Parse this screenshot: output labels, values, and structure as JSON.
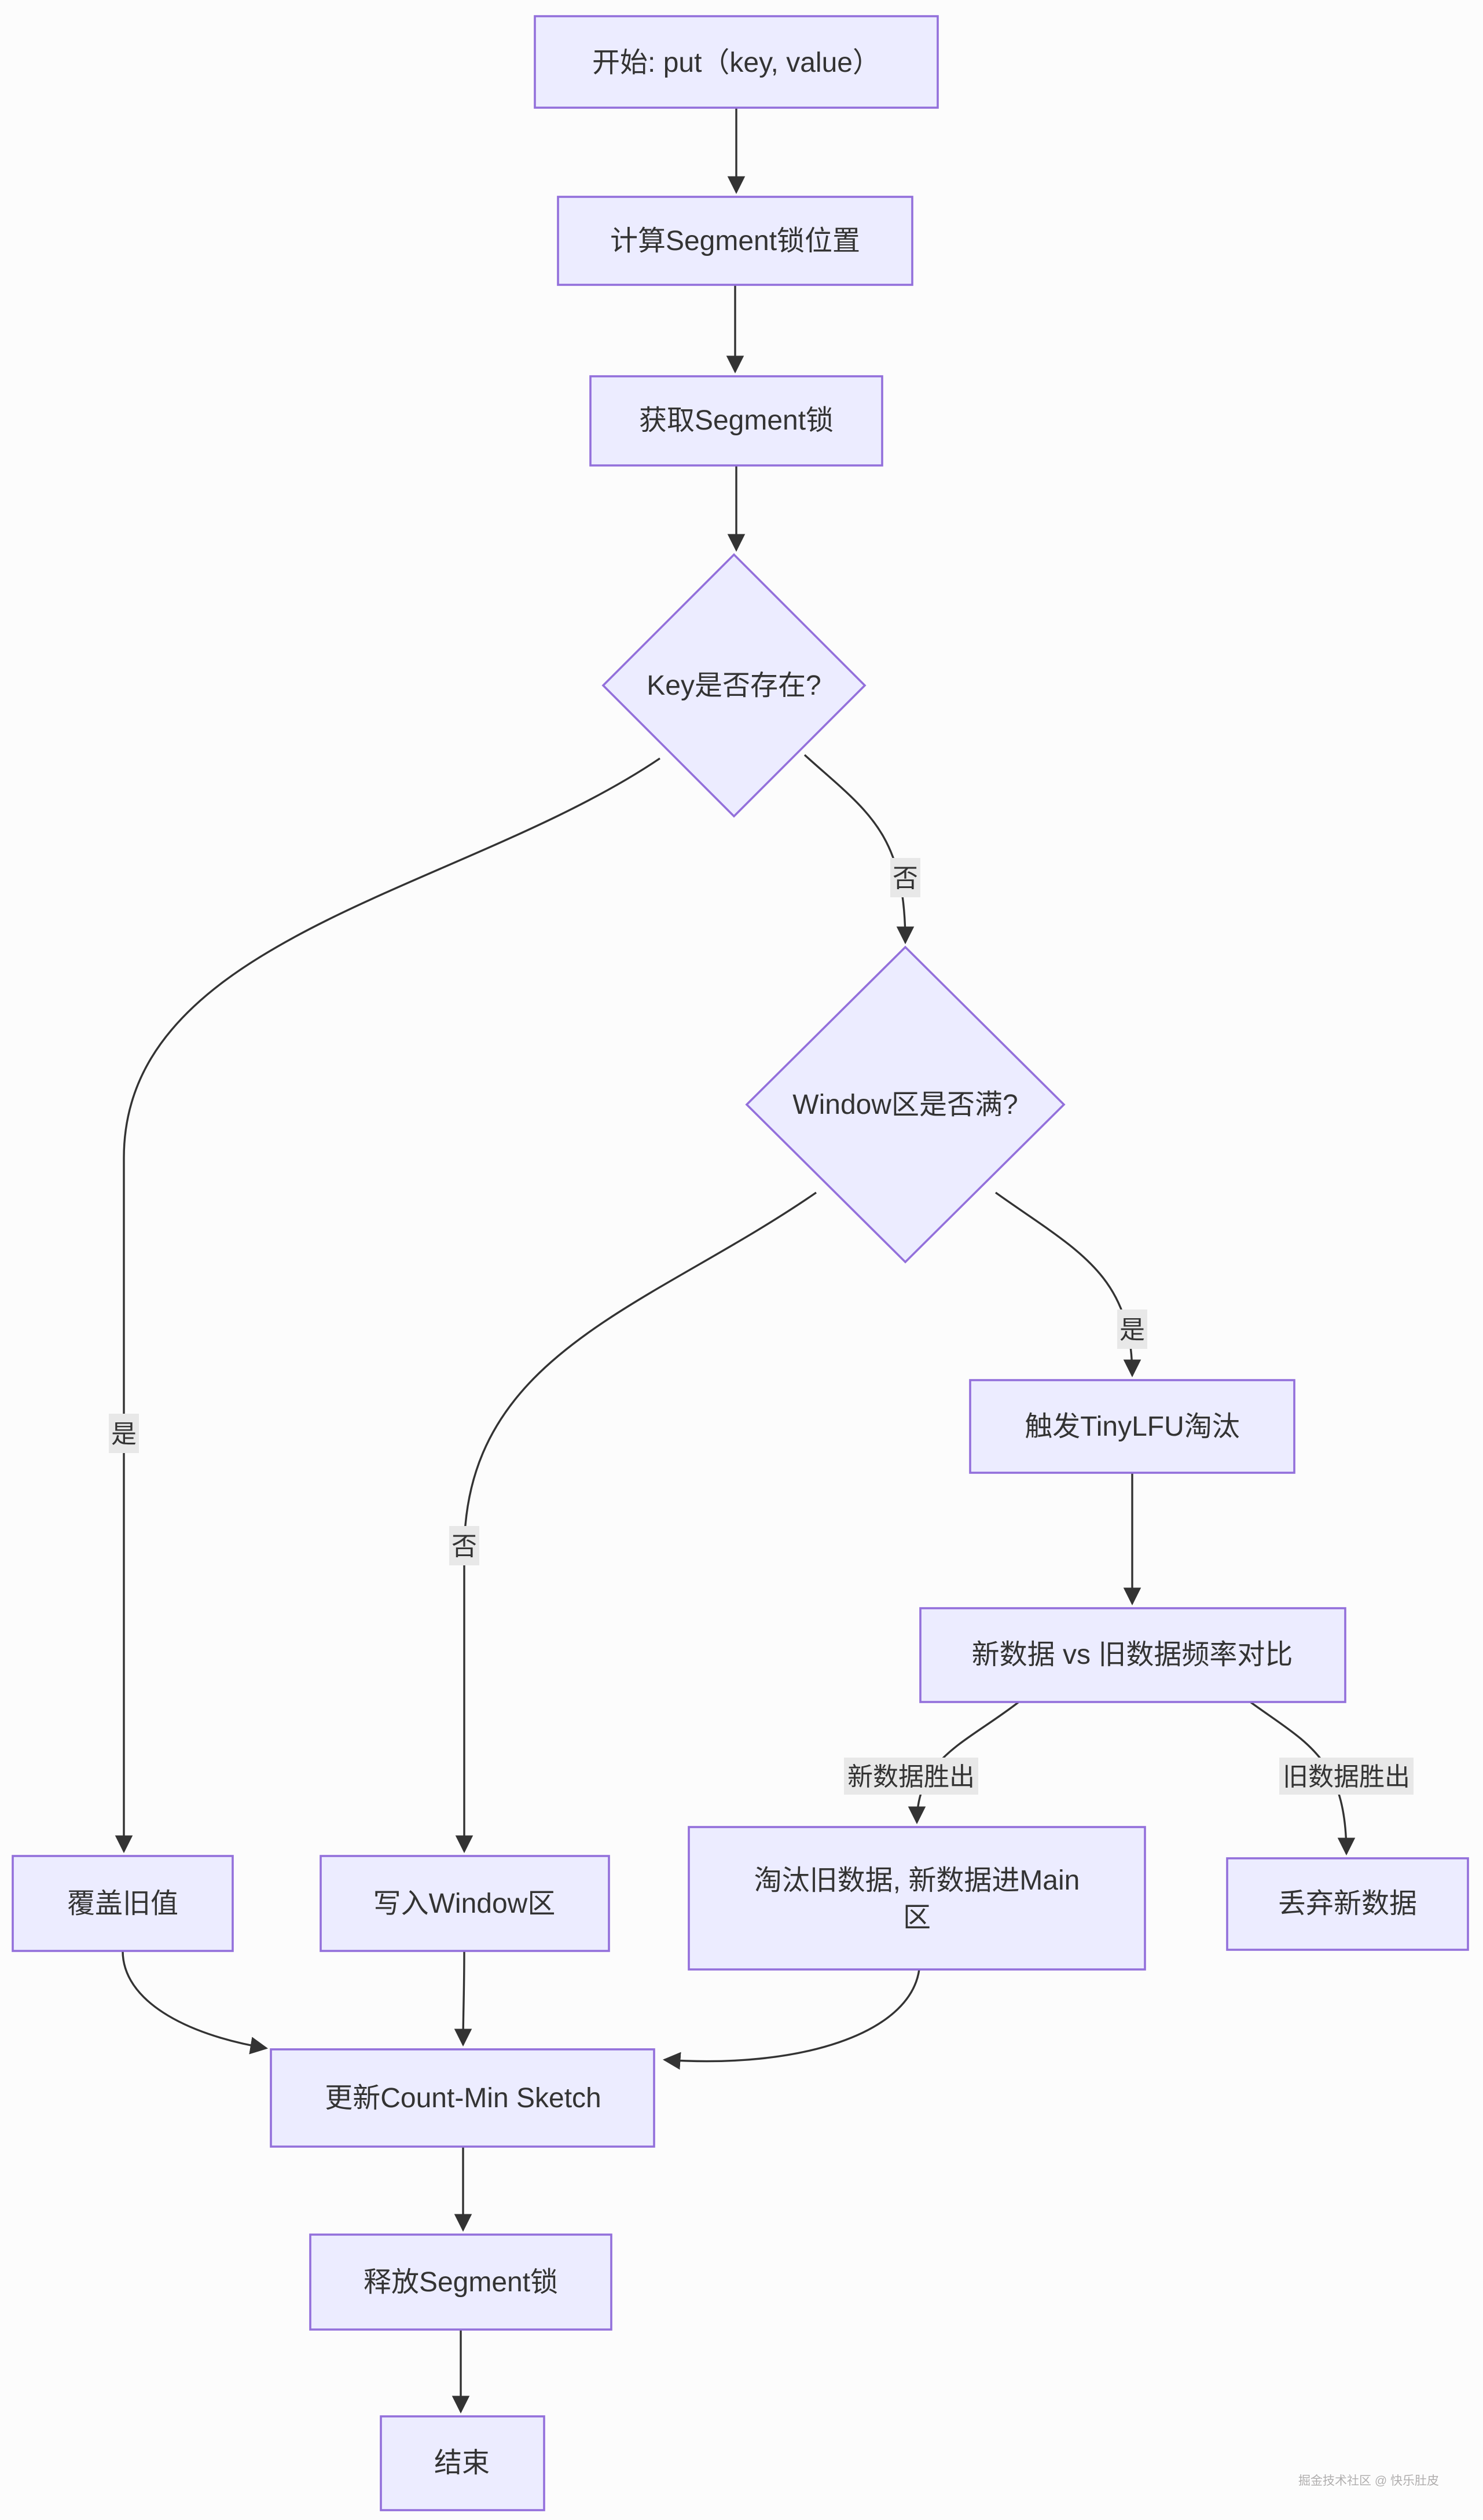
{
  "diagram": {
    "type": "flowchart",
    "direction": "top-down",
    "nodes": {
      "start": {
        "shape": "rect",
        "label": "开始: put（key, value）"
      },
      "calc_segment": {
        "shape": "rect",
        "label": "计算Segment锁位置"
      },
      "acquire_lock": {
        "shape": "rect",
        "label": "获取Segment锁"
      },
      "key_exists": {
        "shape": "diamond",
        "label": "Key是否存在?"
      },
      "window_full": {
        "shape": "diamond",
        "label": "Window区是否满?"
      },
      "overwrite": {
        "shape": "rect",
        "label": "覆盖旧值"
      },
      "write_window": {
        "shape": "rect",
        "label": "写入Window区"
      },
      "trigger_tinylfu": {
        "shape": "rect",
        "label": "触发TinyLFU淘汰"
      },
      "freq_compare": {
        "shape": "rect",
        "label": "新数据 vs 旧数据频率对比"
      },
      "evict_old": {
        "shape": "rect",
        "label": "淘汰旧数据, 新数据进Main区",
        "label_line1": "淘汰旧数据, 新数据进Main",
        "label_line2": "区"
      },
      "discard_new": {
        "shape": "rect",
        "label": "丢弃新数据"
      },
      "update_sketch": {
        "shape": "rect",
        "label": "更新Count-Min Sketch"
      },
      "release_lock": {
        "shape": "rect",
        "label": "释放Segment锁"
      },
      "end": {
        "shape": "rect",
        "label": "结束"
      }
    },
    "edge_labels": {
      "key_exists_yes": "是",
      "key_exists_no": "否",
      "window_full_yes": "是",
      "window_full_no": "否",
      "new_wins": "新数据胜出",
      "old_wins": "旧数据胜出"
    },
    "edges": [
      {
        "from": "start",
        "to": "calc_segment",
        "label": ""
      },
      {
        "from": "calc_segment",
        "to": "acquire_lock",
        "label": ""
      },
      {
        "from": "acquire_lock",
        "to": "key_exists",
        "label": ""
      },
      {
        "from": "key_exists",
        "to": "overwrite",
        "label": "是"
      },
      {
        "from": "key_exists",
        "to": "window_full",
        "label": "否"
      },
      {
        "from": "window_full",
        "to": "write_window",
        "label": "否"
      },
      {
        "from": "window_full",
        "to": "trigger_tinylfu",
        "label": "是"
      },
      {
        "from": "trigger_tinylfu",
        "to": "freq_compare",
        "label": ""
      },
      {
        "from": "freq_compare",
        "to": "evict_old",
        "label": "新数据胜出"
      },
      {
        "from": "freq_compare",
        "to": "discard_new",
        "label": "旧数据胜出"
      },
      {
        "from": "overwrite",
        "to": "update_sketch",
        "label": ""
      },
      {
        "from": "write_window",
        "to": "update_sketch",
        "label": ""
      },
      {
        "from": "evict_old",
        "to": "update_sketch",
        "label": ""
      },
      {
        "from": "update_sketch",
        "to": "release_lock",
        "label": ""
      },
      {
        "from": "release_lock",
        "to": "end",
        "label": ""
      }
    ],
    "colors": {
      "node_fill": "#ECECFF",
      "node_border": "#9370DB",
      "edge": "#333333",
      "text": "#333333",
      "edge_label_bg": "#e8e8e8",
      "background": "#fcfcfc"
    }
  },
  "watermark": "掘金技术社区 @ 快乐肚皮"
}
